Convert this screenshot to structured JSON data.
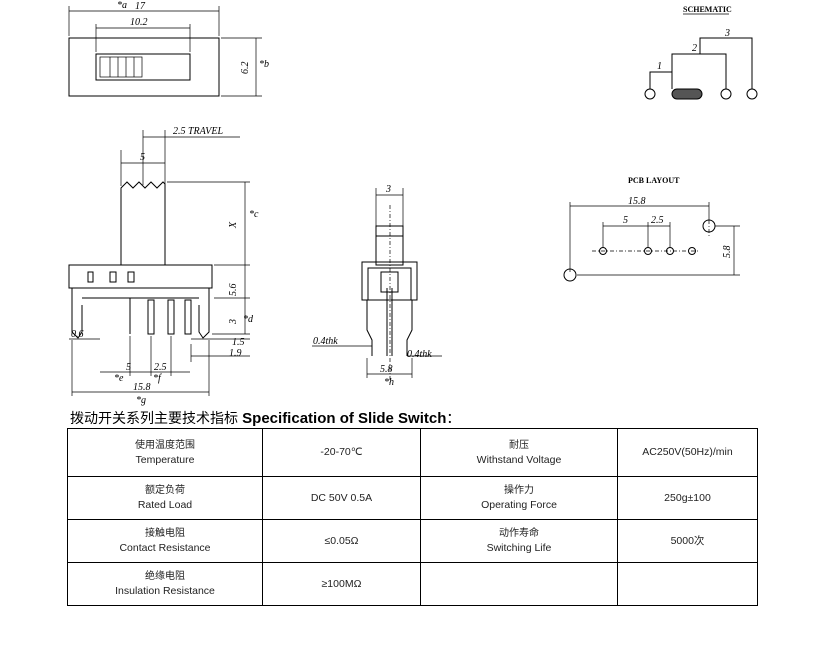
{
  "schematic": {
    "title": "SCHEMATIC",
    "pins": [
      "1",
      "2",
      "3"
    ]
  },
  "top_view": {
    "dims": {
      "a": "17",
      "inner": "10.2",
      "b": "6.2"
    },
    "refs": {
      "a": "*a",
      "b": "*b"
    }
  },
  "front_view": {
    "dims": {
      "travel": "2.5 TRAVEL",
      "actuator": "5",
      "x": "X",
      "body": "5.6",
      "pin": "3",
      "p06": "0.6",
      "p15": "1.5",
      "p19": "1.9",
      "p5": "5",
      "p25": "2.5",
      "total": "15.8"
    },
    "refs": {
      "c": "*c",
      "d": "*d",
      "e": "*e",
      "f": "*f",
      "g": "*g"
    }
  },
  "side_view": {
    "dims": {
      "top": "3",
      "thk_left": "0.4thk",
      "thk_right": "0.4thk",
      "width": "5.8"
    },
    "refs": {
      "h": "*h"
    }
  },
  "pcb_layout": {
    "title": "PCB LAYOUT",
    "dims": {
      "total": "15.8",
      "pitch5": "5",
      "pitch25": "2.5",
      "height": "5.8"
    }
  },
  "spec": {
    "heading_cn": "拨动开关系列主要技术指标",
    "heading_en": "Specification of Slide Switch",
    "heading_colon": "：",
    "rows": [
      {
        "l_zh": "使用温度范围",
        "l_en": "Temperature",
        "l_val": "-20-70℃",
        "r_zh": "耐压",
        "r_en": "Withstand Voltage",
        "r_val": "AC250V(50Hz)/min"
      },
      {
        "l_zh": "额定负荷",
        "l_en": "Rated Load",
        "l_val": "DC 50V 0.5A",
        "r_zh": "操作力",
        "r_en": "Operating Force",
        "r_val": "250g±100"
      },
      {
        "l_zh": "接触电阻",
        "l_en": "Contact Resistance",
        "l_val": "≤0.05Ω",
        "r_zh": "动作寿命",
        "r_en": "Switching Life",
        "r_val": "5000次"
      },
      {
        "l_zh": "绝缘电阻",
        "l_en": "Insulation Resistance",
        "l_val": "≥100MΩ",
        "r_zh": "",
        "r_en": "",
        "r_val": ""
      }
    ]
  }
}
